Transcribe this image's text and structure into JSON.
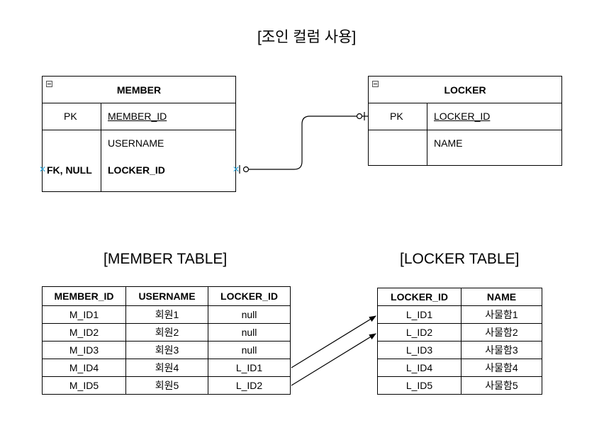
{
  "diagram_title": "[조인 컬럼 사용]",
  "member_entity": {
    "name": "MEMBER",
    "pk_key": "PK",
    "pk_field": "MEMBER_ID",
    "field_1": "USERNAME",
    "fk_key": "FK, NULL",
    "fk_field": "LOCKER_ID"
  },
  "locker_entity": {
    "name": "LOCKER",
    "pk_key": "PK",
    "pk_field": "LOCKER_ID",
    "field_1": "NAME"
  },
  "member_table": {
    "caption": "[MEMBER TABLE]",
    "columns": [
      "MEMBER_ID",
      "USERNAME",
      "LOCKER_ID"
    ],
    "rows": [
      [
        "M_ID1",
        "회원1",
        "null"
      ],
      [
        "M_ID2",
        "회원2",
        "null"
      ],
      [
        "M_ID3",
        "회원3",
        "null"
      ],
      [
        "M_ID4",
        "회원4",
        "L_ID1"
      ],
      [
        "M_ID5",
        "회원5",
        "L_ID2"
      ]
    ]
  },
  "locker_table": {
    "caption": "[LOCKER TABLE]",
    "columns": [
      "LOCKER_ID",
      "NAME"
    ],
    "rows": [
      [
        "L_ID1",
        "사물함1"
      ],
      [
        "L_ID2",
        "사물함2"
      ],
      [
        "L_ID3",
        "사물함3"
      ],
      [
        "L_ID4",
        "사물함4"
      ],
      [
        "L_ID5",
        "사물함5"
      ]
    ]
  },
  "colors": {
    "line": "#000000",
    "selection_tick": "#29a3d9"
  }
}
